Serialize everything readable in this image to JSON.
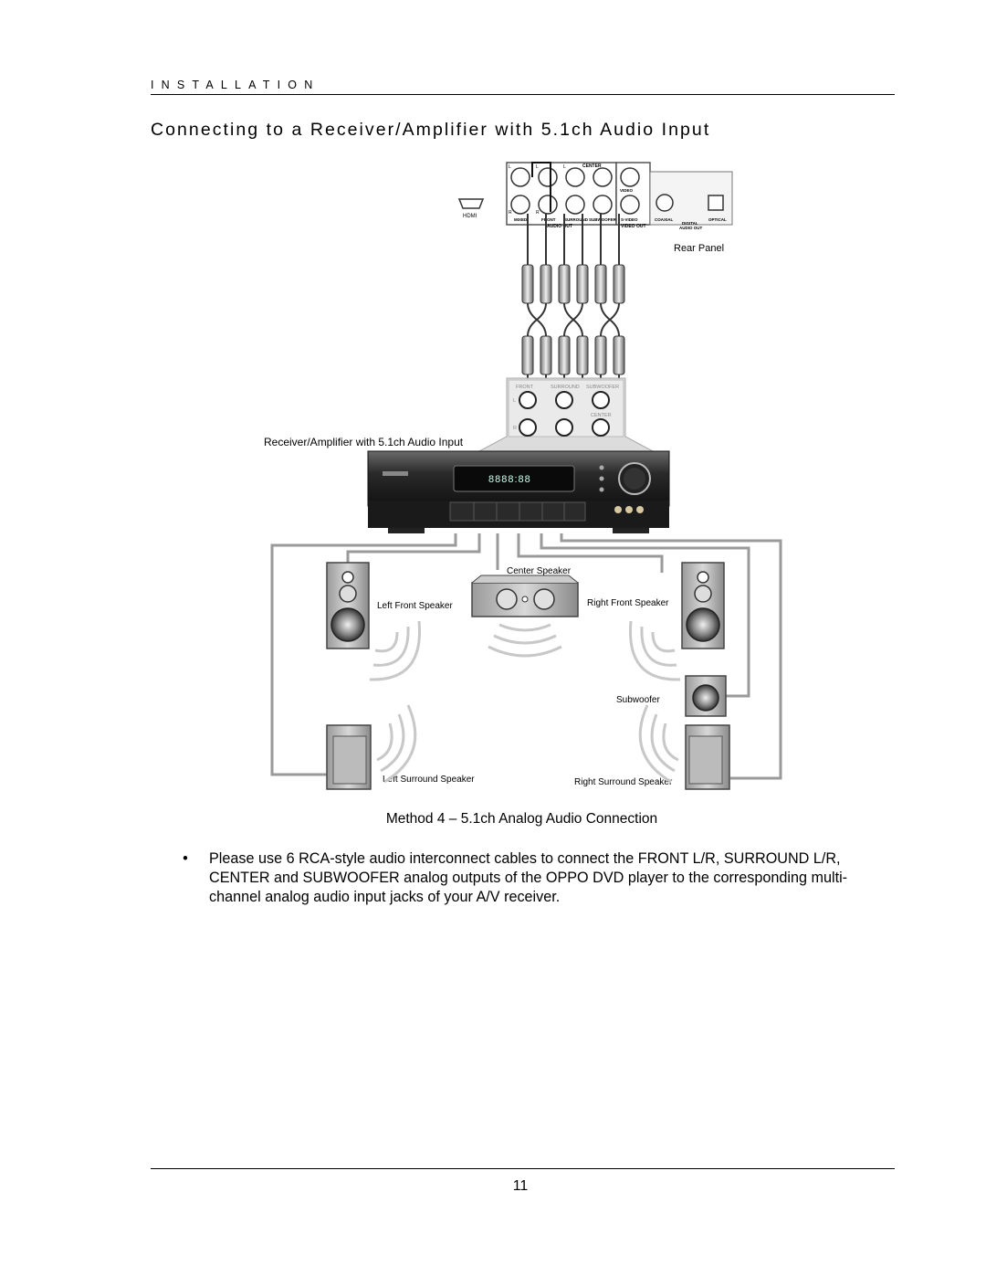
{
  "header": {
    "section": "INSTALLATION",
    "title": "Connecting to a Receiver/Amplifier with 5.1ch Audio Input"
  },
  "diagram": {
    "rear_panel_label": "Rear Panel",
    "hdmi_label": "HDMI",
    "jack_labels": {
      "l": "L",
      "r": "R",
      "center": "CENTER",
      "video": "VIDEO",
      "mixed": "MIXED",
      "front": "FRONT",
      "surround": "SURROUND",
      "subwoofer": "SUBWOOFER",
      "s_video": "S-VIDEO",
      "coaxial": "COAXIAL",
      "optical": "OPTICAL",
      "audio_out": "AUDIO OUT",
      "video_out": "VIDEO OUT",
      "digital_audio_out_1": "DIGITAL",
      "digital_audio_out_2": "AUDIO OUT"
    },
    "receiver_jacks": {
      "front": "FRONT",
      "surround": "SURROUND",
      "subwoofer": "SUBWOOFER",
      "center": "CENTER",
      "l": "L",
      "r": "R"
    },
    "receiver_label": "Receiver/Amplifier with 5.1ch Audio Input",
    "display_text": "8888:88",
    "speakers": {
      "center": "Center Speaker",
      "left_front": "Left Front Speaker",
      "right_front": "Right Front Speaker",
      "subwoofer": "Subwoofer",
      "left_surround": "Left Surround Speaker",
      "right_surround": "Right Surround Speaker"
    }
  },
  "caption": "Method 4 – 5.1ch Analog Audio Connection",
  "bullets": [
    "Please use 6 RCA-style audio interconnect cables to connect the FRONT L/R, SURROUND L/R, CENTER and SUBWOOFER analog outputs of the OPPO DVD player to the corresponding multi-channel analog audio input jacks of your A/V receiver."
  ],
  "bullet_symbol": "•",
  "page_number": "11"
}
